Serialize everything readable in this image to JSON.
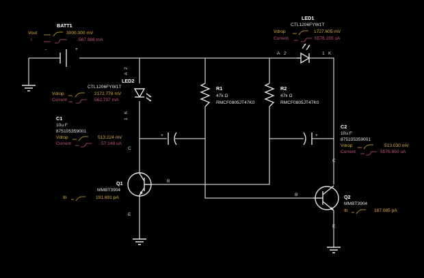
{
  "batt1": {
    "name": "BATT1",
    "vout_label": "Vout",
    "vout": "3000.000 mV",
    "i_label": "I",
    "i": "567.986 mA",
    "minus": "-",
    "plus": "+"
  },
  "led1": {
    "name": "LED1",
    "part": "CTL1206FYW1T",
    "vdrop_label": "Vdrop",
    "vdrop": "1727.605 mV",
    "current_label": "Current",
    "current": "5576.155 uA",
    "pin_a": "A",
    "pin_a_num": "2",
    "pin_k_num": "1",
    "pin_k": "K"
  },
  "led2": {
    "name": "LED2",
    "part": "CTL1206FYW1T",
    "vdrop_label": "Vdrop",
    "vdrop": "2172.778 mV",
    "current_label": "Current",
    "current": "562.737 mA",
    "pin_2": "2",
    "pin_a": "A",
    "pin_k": "K",
    "pin_1": "1"
  },
  "r1": {
    "name": "R1",
    "value": "47k Ω",
    "part": "RMCF0805JT47K0"
  },
  "r2": {
    "name": "R2",
    "value": "47k Ω",
    "part": "RMCF0805JT47K0"
  },
  "c1": {
    "name": "C1",
    "value": "10u F",
    "part": "875105359001",
    "vdrop_label": "Vdrop",
    "vdrop": "513.224 mV",
    "current_label": "Current",
    "current": "57.149 uA",
    "plus": "+"
  },
  "c2": {
    "name": "C2",
    "value": "10u F",
    "part": "875105359001",
    "vdrop_label": "Vdrop",
    "vdrop": "513.030 mV",
    "current_label": "Current",
    "current": "5575.950 uA",
    "plus": "+"
  },
  "q1": {
    "name": "Q1",
    "part": "MMBT3904",
    "ib_label": "Ib",
    "ib": "191.691 pA",
    "pin_c": "C",
    "pin_b": "B",
    "pin_e": "E"
  },
  "q2": {
    "name": "Q2",
    "part": "MMBT3904",
    "ib_label": "Ib",
    "ib": "187.085 pA",
    "pin_c": "C",
    "pin_b": "B",
    "pin_e": "E"
  },
  "colors": {
    "wire": "#c9c9c9",
    "voltage": "#e3b23c",
    "current": "#c9567f",
    "background": "#000000"
  }
}
